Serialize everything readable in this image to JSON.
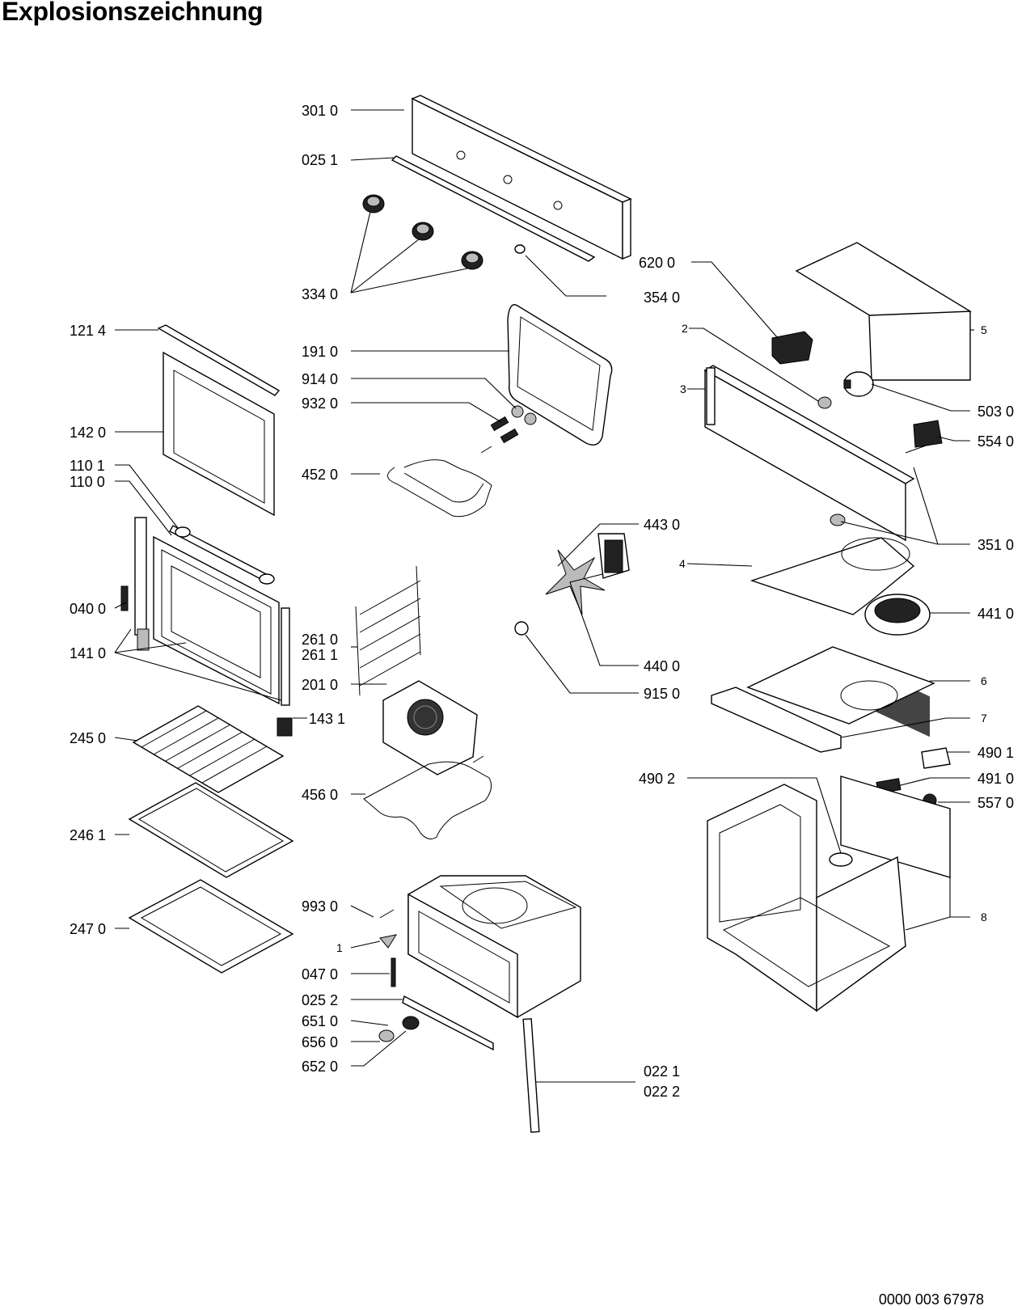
{
  "title": "Explosionszeichnung",
  "doc_number": "0000 003 67978",
  "labels": [
    "301 0",
    "025 1",
    "334 0",
    "354 0",
    "121 4",
    "142 0",
    "110 1",
    "110 0",
    "040 0",
    "141 0",
    "245 0",
    "246 1",
    "247 0",
    "191 0",
    "914 0",
    "932 0",
    "452 0",
    "261 0",
    "261 1",
    "201 0",
    "143 1",
    "456 0",
    "993 0",
    "1",
    "047 0",
    "025 2",
    "651 0",
    "656 0",
    "652 0",
    "022 1",
    "022 2",
    "443 0",
    "440 0",
    "915 0",
    "620 0",
    "2",
    "3",
    "5",
    "503 0",
    "554 0",
    "351 0",
    "4",
    "441 0",
    "6",
    "7",
    "490 1",
    "490 2",
    "491 0",
    "557 0",
    "8"
  ]
}
